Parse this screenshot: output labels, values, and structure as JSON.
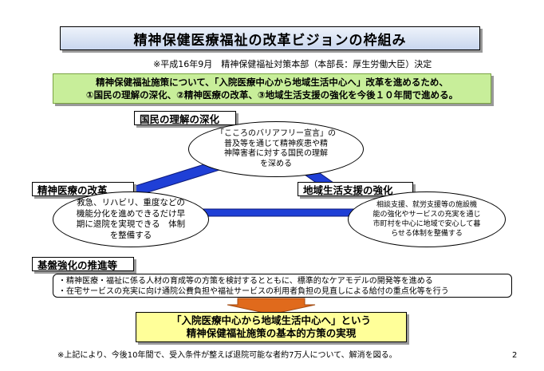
{
  "title": "精神保健医療福祉の改革ビジョンの枠組み",
  "decision_note": "※平成16年9月　精神保健福祉対策本部（本部長：厚生労働大臣）決定",
  "intro": {
    "line1": "精神保健福祉施策について、「入院医療中心から地域生活中心へ」改革を進めるため、",
    "line2": "①国民の理解の深化、②精神医療の改革、③地域生活支援の強化を今後１０年間で進める。"
  },
  "pillars": {
    "understanding": {
      "label": "国民の理解の深化",
      "lines": [
        "「こころのバリアフリー宣言」の",
        "普及等を通じて精神疾患や精",
        "神障害者に対する国民の理解",
        "を深める"
      ]
    },
    "medical": {
      "label": "精神医療の改革",
      "lines": [
        "救急、リハビリ、重度などの",
        "機能分化を進めできるだけ早",
        "期に退院を実現できる　体制",
        "を整備する"
      ]
    },
    "community": {
      "label": "地域生活支援の強化",
      "lines": [
        "相談支援、就労支援等の施設機",
        "能の強化やサービスの充実を通じ",
        "市町村を中心に地域で安心して暮",
        "らせる体制を整備する"
      ]
    }
  },
  "foundation": {
    "label": "基盤強化の推進等",
    "bullets": [
      "・精神医療・福祉に係る人材の育成等の方策を検討するとともに、標準的なケアモデルの開発等を進める",
      "・在宅サービスの充実に向け通院公費負担や福祉サービスの利用者負担の見直しによる給付の重点化等を行う"
    ]
  },
  "result": {
    "line1": "「入院医療中心から地域生活中心へ」という",
    "line2": "精神保健福祉施策の基本的方策の実現"
  },
  "footnote": "※上記により、今後10年間で、受入条件が整えば退院可能な者約7万人について、解消を図る。",
  "page_number": "2",
  "colors": {
    "accent_green": "#c8ee9a",
    "connector_blue": "#1f3fd6",
    "arrow_orange": "#e06a1c",
    "result_yellow": "#ffff99"
  }
}
